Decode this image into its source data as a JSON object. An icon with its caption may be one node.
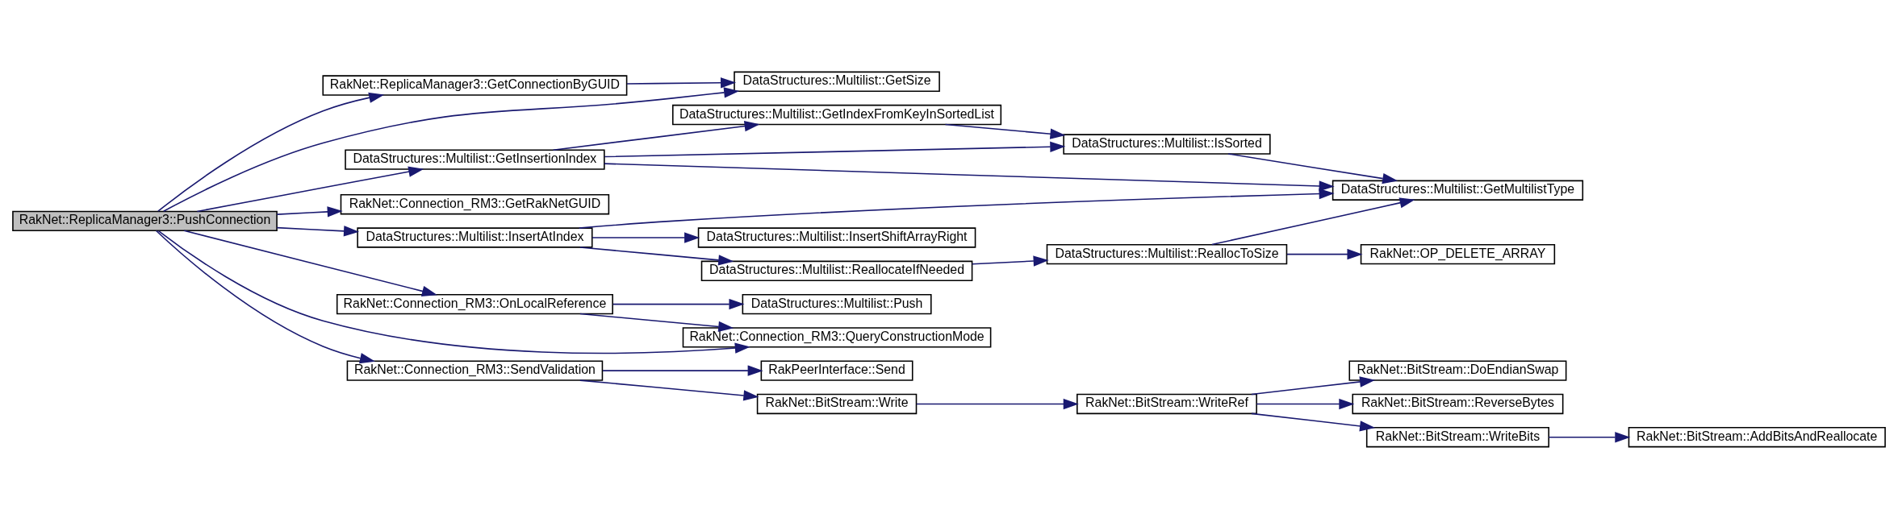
{
  "diagram": {
    "nodes": [
      {
        "text": [
          "RakNet::ReplicaManager3::PushConnection"
        ]
      },
      {
        "text": [
          "RakNet::ReplicaManager3::GetConnectionByGUID"
        ]
      },
      {
        "text": [
          "DataStructures::Multilist::GetSize"
        ]
      },
      {
        "text": [
          "DataStructures::Multilist::GetInsertionIndex"
        ]
      },
      {
        "text": [
          "DataStructures::Multilist::GetIndexFromKeyInSortedList"
        ]
      },
      {
        "text": [
          "DataStructures::Multilist::IsSorted"
        ]
      },
      {
        "text": [
          "DataStructures::Multilist::GetMultilistType"
        ]
      },
      {
        "text": [
          "RakNet::Connection_RM3::GetRakNetGUID"
        ]
      },
      {
        "text": [
          "DataStructures::Multilist::InsertAtIndex"
        ]
      },
      {
        "text": [
          "DataStructures::Multilist::InsertShiftArrayRight"
        ]
      },
      {
        "text": [
          "DataStructures::Multilist::ReallocateIfNeeded"
        ]
      },
      {
        "text": [
          "DataStructures::Multilist::ReallocToSize"
        ]
      },
      {
        "text": [
          "RakNet::OP_DELETE_ARRAY"
        ]
      },
      {
        "text": [
          "RakNet::Connection_RM3::OnLocalReference"
        ]
      },
      {
        "text": [
          "DataStructures::Multilist::Push"
        ]
      },
      {
        "text": [
          "RakNet::Connection_RM3::QueryConstructionMode"
        ]
      },
      {
        "text": [
          "RakNet::Connection_RM3::SendValidation"
        ]
      },
      {
        "text": [
          "RakPeerInterface::Send"
        ]
      },
      {
        "text": [
          "RakNet::BitStream::Write"
        ]
      },
      {
        "text": [
          "RakNet::BitStream::WriteRef"
        ]
      },
      {
        "text": [
          "RakNet::BitStream::DoEndianSwap"
        ]
      },
      {
        "text": [
          "RakNet::BitStream::ReverseBytes"
        ]
      },
      {
        "text": [
          "RakNet::BitStream::WriteBits"
        ]
      },
      {
        "text": [
          "RakNet::BitStream::AddBitsAndReallocate"
        ]
      }
    ],
    "edges": [
      {
        "from": 0,
        "to": 1,
        "arrow": "to"
      },
      {
        "from": 0,
        "to": 2,
        "arrow": "to"
      },
      {
        "from": 0,
        "to": 3,
        "arrow": "to"
      },
      {
        "from": 0,
        "to": 7,
        "arrow": "to"
      },
      {
        "from": 0,
        "to": 8,
        "arrow": "to"
      },
      {
        "from": 0,
        "to": 13,
        "arrow": "to"
      },
      {
        "from": 0,
        "to": 15,
        "arrow": "to"
      },
      {
        "from": 0,
        "to": 16,
        "arrow": "to"
      },
      {
        "from": 1,
        "to": 2,
        "arrow": "to"
      },
      {
        "from": 3,
        "to": 4,
        "arrow": "to"
      },
      {
        "from": 3,
        "to": 5,
        "arrow": "to"
      },
      {
        "from": 3,
        "to": 6,
        "arrow": "to"
      },
      {
        "from": 4,
        "to": 5,
        "arrow": "to"
      },
      {
        "from": 5,
        "to": 6,
        "arrow": "to"
      },
      {
        "from": 8,
        "to": 6,
        "arrow": "to"
      },
      {
        "from": 8,
        "to": 9,
        "arrow": "to"
      },
      {
        "from": 8,
        "to": 10,
        "arrow": "to"
      },
      {
        "from": 10,
        "to": 11,
        "arrow": "to"
      },
      {
        "from": 11,
        "to": 6,
        "arrow": "to"
      },
      {
        "from": 11,
        "to": 12,
        "arrow": "to"
      },
      {
        "from": 13,
        "to": 14,
        "arrow": "to"
      },
      {
        "from": 13,
        "to": 15,
        "arrow": "to"
      },
      {
        "from": 16,
        "to": 17,
        "arrow": "to"
      },
      {
        "from": 16,
        "to": 18,
        "arrow": "to"
      },
      {
        "from": 18,
        "to": 19,
        "arrow": "to"
      },
      {
        "from": 19,
        "to": 20,
        "arrow": "to"
      },
      {
        "from": 19,
        "to": 21,
        "arrow": "to"
      },
      {
        "from": 19,
        "to": 22,
        "arrow": "to"
      },
      {
        "from": 22,
        "to": 23,
        "arrow": "to"
      }
    ]
  }
}
